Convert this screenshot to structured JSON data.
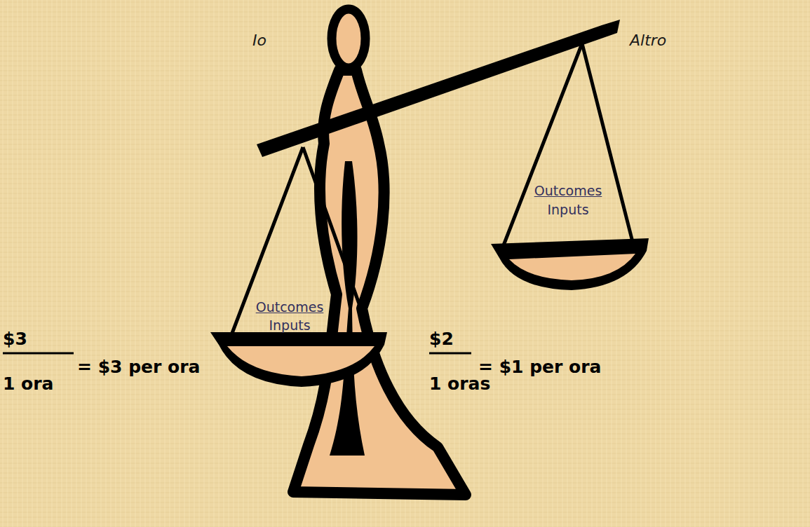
{
  "diagram": {
    "labels": [
      "Io",
      "Altro",
      "Outcomes",
      "Inputs",
      "Outcomes",
      "Inputs",
      "$3",
      "= $3 per ora",
      "1 ora",
      "$2",
      "= $1 per ora",
      "1 oras"
    ]
  }
}
